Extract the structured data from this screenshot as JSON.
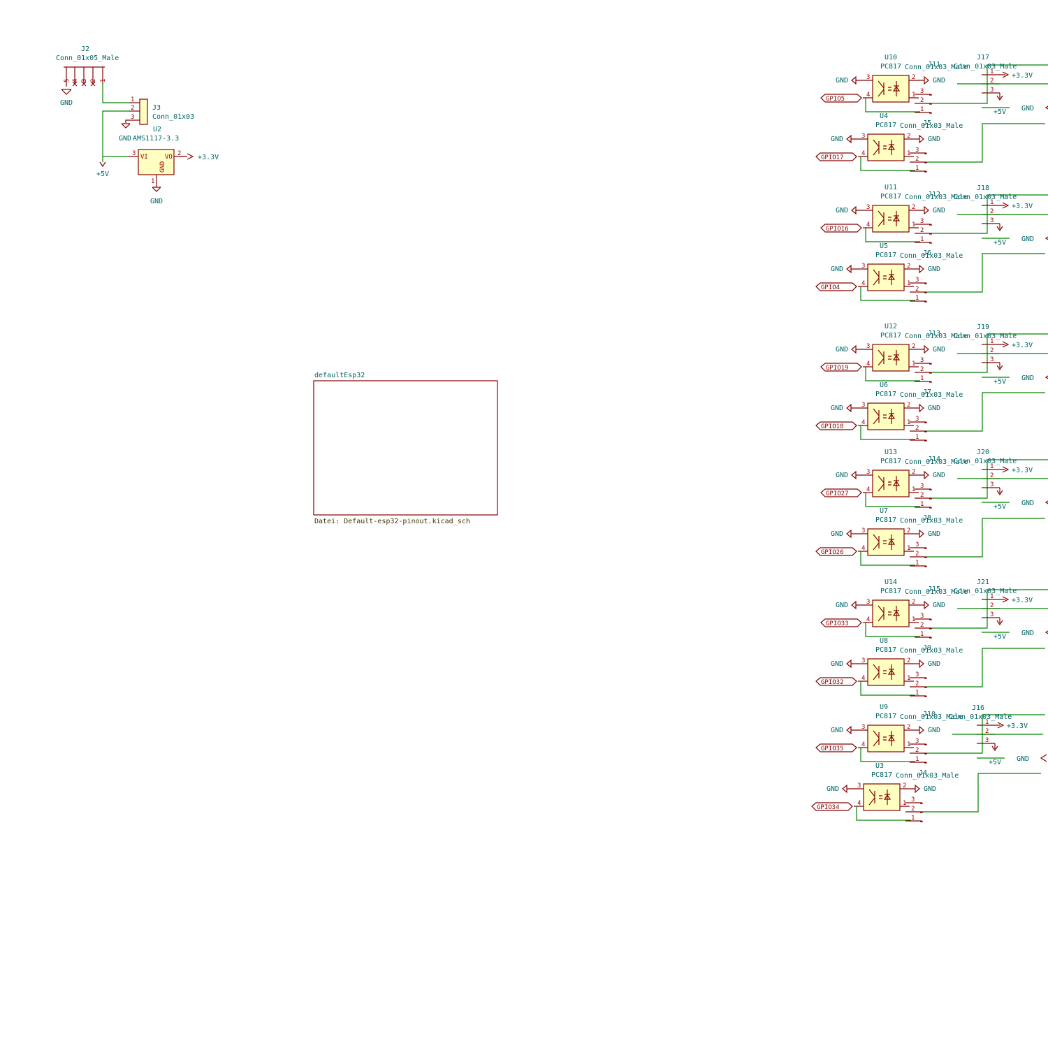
{
  "power": {
    "gnd": "GND",
    "v33": "+3.3V",
    "v5": "+5V"
  },
  "header": {
    "ref": "J2",
    "value": "Conn_01x05_Male",
    "pins": [
      "5",
      "4",
      "3",
      "2",
      "1"
    ]
  },
  "conn3": {
    "ref": "J3",
    "value": "Conn_01x03",
    "pins": [
      "1",
      "2",
      "3"
    ]
  },
  "regulator": {
    "ref": "U2",
    "value": "AMS1117-3.3",
    "vi": "VI",
    "vo": "VO",
    "gnd": "GND",
    "pin_vi": "3",
    "pin_vo": "2",
    "pin_gnd": "1"
  },
  "hier_sheet": {
    "name": "defaultEsp32",
    "file": "Datei: Default-esp32-pinout.kicad_sch"
  },
  "opto_value": "PC817",
  "opto_pins": {
    "p1": "1",
    "p2": "2",
    "p3": "3",
    "p4": "4"
  },
  "conn_value": "Conn_01x03_Male",
  "conn_pins": [
    "3",
    "2",
    "1"
  ],
  "right_conn_pins": [
    "1",
    "2",
    "3"
  ],
  "optos": [
    {
      "ref": "U10",
      "gpio": "GPIO5",
      "conn": "J11"
    },
    {
      "ref": "U4",
      "gpio": "GPIO17",
      "conn": "J5"
    },
    {
      "ref": "U11",
      "gpio": "GPIO16",
      "conn": "J12"
    },
    {
      "ref": "U5",
      "gpio": "GPIO4",
      "conn": "J6"
    },
    {
      "ref": "U12",
      "gpio": "GPIO19",
      "conn": "J13"
    },
    {
      "ref": "U6",
      "gpio": "GPIO18",
      "conn": "J7"
    },
    {
      "ref": "U13",
      "gpio": "GPIO27",
      "conn": "J14"
    },
    {
      "ref": "U7",
      "gpio": "GPIO26",
      "conn": "J8"
    },
    {
      "ref": "U14",
      "gpio": "GPIO33",
      "conn": "J15"
    },
    {
      "ref": "U8",
      "gpio": "GPIO32",
      "conn": "J9"
    },
    {
      "ref": "U9",
      "gpio": "GPIO35",
      "conn": "J10"
    },
    {
      "ref": "U3",
      "gpio": "GPIO34",
      "conn": "J4"
    }
  ],
  "right_conns": [
    {
      "ref": "J17"
    },
    {
      "ref": "J18"
    },
    {
      "ref": "J19"
    },
    {
      "ref": "J20"
    },
    {
      "ref": "J21"
    },
    {
      "ref": "J16"
    }
  ]
}
